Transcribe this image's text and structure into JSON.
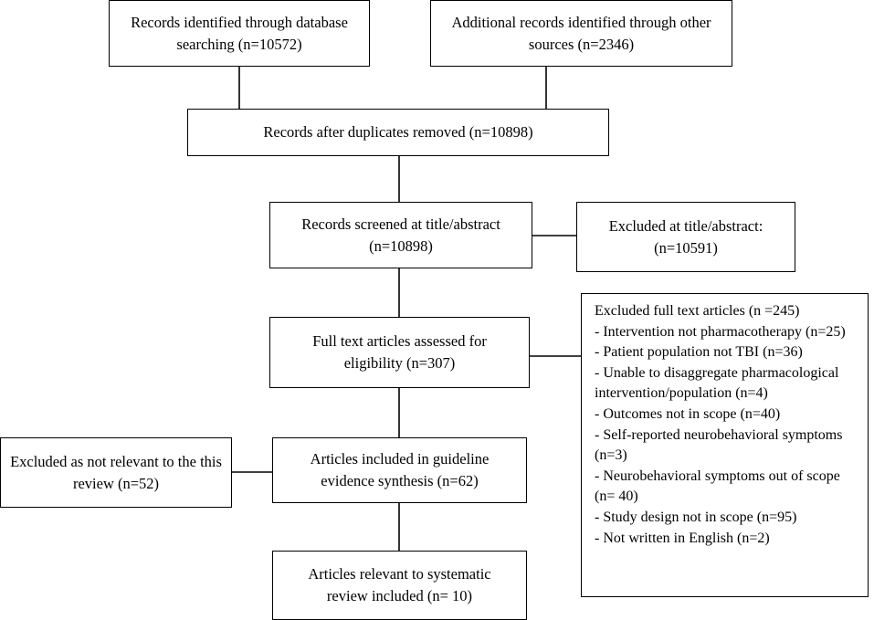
{
  "boxes": {
    "database_records": "Records identified through database searching (n=10572)",
    "other_records": "Additional records identified through other sources (n=2346)",
    "duplicates_removed": "Records after duplicates removed (n=10898)",
    "screened": "Records screened at title/abstract (n=10898)",
    "excluded_title_abstract": "Excluded at title/abstract: (n=10591)",
    "full_text_assessed": "Full text articles assessed for eligibility (n=307)",
    "guideline_synthesis": "Articles included in guideline evidence synthesis (n=62)",
    "excluded_not_relevant": "Excluded as not relevant to the this review (n=52)",
    "systematic_review": "Articles relevant to systematic review included (n= 10)"
  },
  "excluded_full_text": {
    "heading": "Excluded full text articles (n =245)",
    "items": [
      "- Intervention not pharmacotherapy (n=25)",
      "- Patient population not TBI (n=36)",
      "- Unable to disaggregate pharmacological intervention/population (n=4)",
      "- Outcomes not in scope (n=40)",
      "- Self-reported neurobehavioral symptoms (n=3)",
      "- Neurobehavioral symptoms out of scope (n= 40)",
      "- Study design not in scope (n=95)",
      "- Not written in English (n=2)"
    ]
  }
}
